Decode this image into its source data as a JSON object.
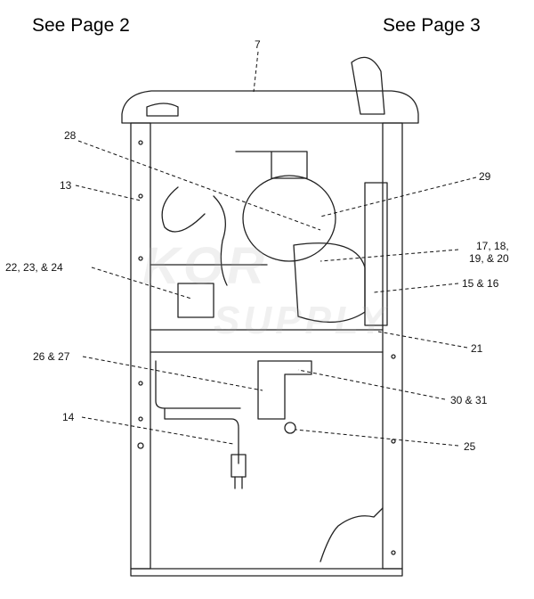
{
  "headers": {
    "left": "See Page 2",
    "right": "See Page 3"
  },
  "callouts": {
    "c7": "7",
    "c28": "28",
    "c29": "29",
    "c13": "13",
    "c17": "17, 18,\n19, & 20",
    "c15": "15 & 16",
    "c22": "22, 23, & 24",
    "c21": "21",
    "c26": "26 & 27",
    "c30": "30 & 31",
    "c14": "14",
    "c25": "25"
  },
  "watermark": {
    "line1": "KOR",
    "line2": "SUPPLY"
  }
}
